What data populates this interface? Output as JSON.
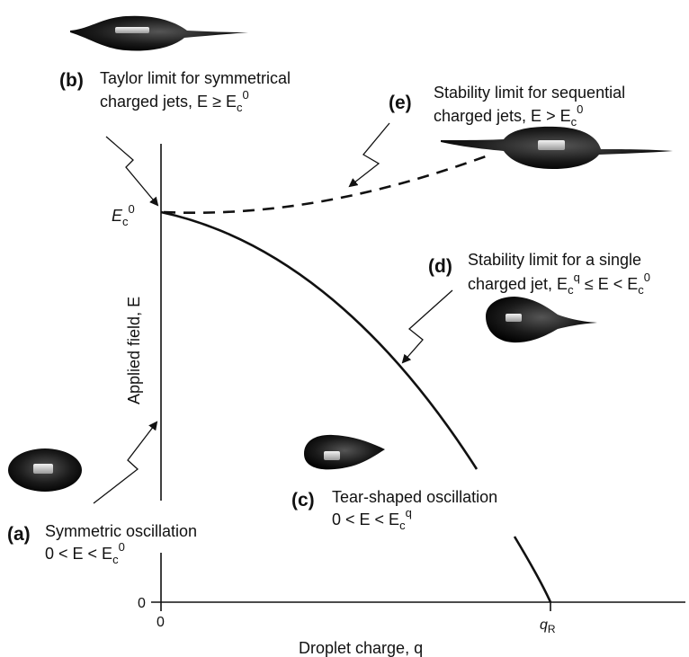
{
  "axes": {
    "x_label": "Droplet charge, q",
    "y_label": "Applied field, E",
    "x_origin_tick": "0",
    "y_origin_tick": "0",
    "x_end_tick": "q",
    "x_end_tick_sub": "R",
    "y_critical_tick": "E",
    "y_critical_tick_sub": "c",
    "y_critical_tick_sup": "0"
  },
  "labels": {
    "a": {
      "tag": "(a)",
      "line1": "Symmetric oscillation",
      "line2": "0 < E < E",
      "line2_sub": "c",
      "line2_sup": "0"
    },
    "b": {
      "tag": "(b)",
      "line1": "Taylor limit for symmetrical",
      "line2": "charged jets, E ≥ E",
      "line2_sub": "c",
      "line2_sup": "0"
    },
    "c": {
      "tag": "(c)",
      "line1": "Tear-shaped oscillation",
      "line2": "0 < E < E",
      "line2_sub": "c",
      "line2_sup": "q"
    },
    "d": {
      "tag": "(d)",
      "line1": "Stability limit for a single",
      "line2": "charged jet, E",
      "line2_sub": "c",
      "line2_sup": "q",
      "line2_tail": " ≤ E < E",
      "line2_tail_sub": "c",
      "line2_tail_sup": "0"
    },
    "e": {
      "tag": "(e)",
      "line1": "Stability limit for sequential",
      "line2": "charged jets, E > E",
      "line2_sub": "c",
      "line2_sup": "0"
    }
  },
  "curves": {
    "solid_boundary": "single-jet stability limit (decreasing from E_c^0 at q=0 to 0 at q_R)",
    "dashed_boundary": "sequential-jet stability limit (increasing from E_c^0)"
  }
}
